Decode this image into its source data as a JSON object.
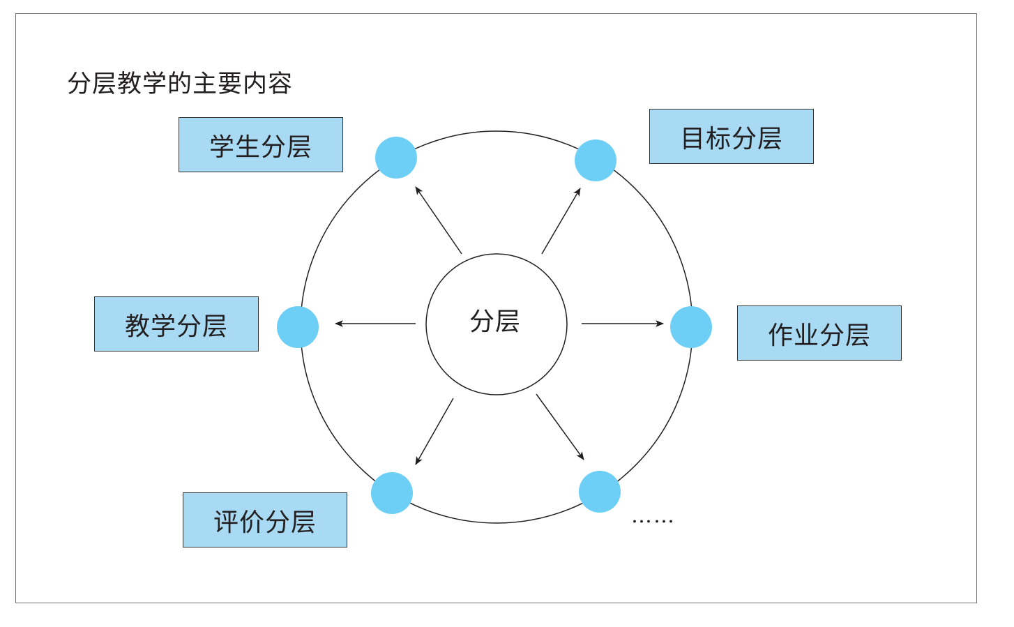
{
  "title": "分层教学的主要内容",
  "center": "分层",
  "boxes": {
    "student": "学生分层",
    "goal": "目标分层",
    "teaching": "教学分层",
    "homework": "作业分层",
    "evaluation": "评价分层"
  },
  "more": "……",
  "colors": {
    "node": "#6dcff6",
    "box_fill": "#a8daf3",
    "line": "#231f20"
  }
}
